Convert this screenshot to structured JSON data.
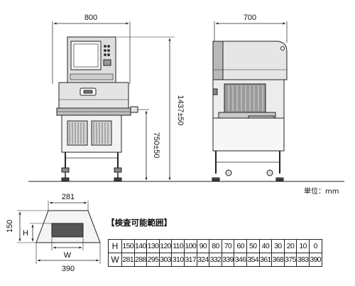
{
  "dimensions": {
    "front_width": "800",
    "side_depth": "700",
    "total_height": "1437±50",
    "conveyor_height": "750±50"
  },
  "unit_label": "単位：mm",
  "aperture": {
    "top_width": "281",
    "bottom_width": "390",
    "height": "150",
    "label_h": "H",
    "label_w": "W"
  },
  "inspection_range": {
    "title": "【検査可能範囲】",
    "row_h_label": "H",
    "row_w_label": "W",
    "h_values": [
      "150",
      "140",
      "130",
      "120",
      "110",
      "100",
      "90",
      "80",
      "70",
      "60",
      "50",
      "40",
      "30",
      "20",
      "10",
      "0"
    ],
    "w_values": [
      "281",
      "288",
      "295",
      "303",
      "310",
      "317",
      "324",
      "332",
      "339",
      "346",
      "354",
      "361",
      "368",
      "375",
      "383",
      "390"
    ]
  },
  "colors": {
    "line": "#222222",
    "panel": "#d9d9d9",
    "screen": "#f2f2f2",
    "dark_fill": "#555555"
  }
}
